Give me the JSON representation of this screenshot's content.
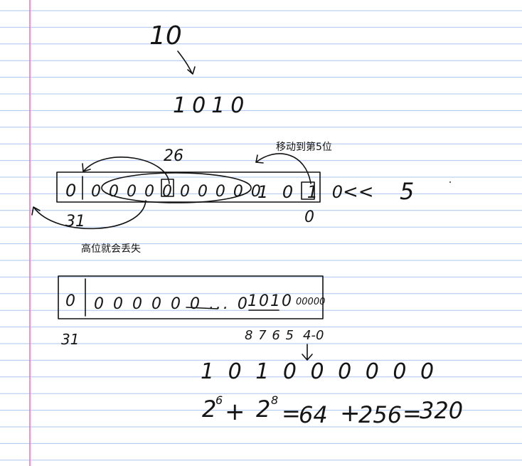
{
  "note": {
    "decimal_value": "10",
    "binary_value": "1010",
    "top_register": {
      "bit26_label": "26",
      "bit31_label": "31",
      "bit0_label": "0",
      "bits_text": "0 | 0 0 0 0 0 0 0 0 0 0",
      "low_bits_text": "1 0 1 0",
      "shift_op": "<<",
      "shift_amount": "5"
    },
    "annotation_move": "移动到第5位",
    "annotation_lost": "高位就会丢失",
    "bottom_register": {
      "sign_bit": "0",
      "middle_bits": "0 0 0 0 0 0 ... 0",
      "shifted_bits": "1010",
      "filled_zeros": "00000",
      "label_31": "31",
      "index_labels": "8 7 6 5",
      "low_range_label": "4-0"
    },
    "result_binary": "1 0 1 0 0 0 0 0 0",
    "formula": {
      "term1_base": "2",
      "term1_exp": "6",
      "plus": "+",
      "term2_base": "2",
      "term2_exp": "8",
      "equals1": "=",
      "v1": "64",
      "plus2": "+",
      "v2": "256",
      "equals2": "=",
      "result": "320"
    }
  },
  "colors": {
    "ruled_lines": "#a9c6ee",
    "margin_line": "#ff66b3",
    "ink": "#111111"
  }
}
